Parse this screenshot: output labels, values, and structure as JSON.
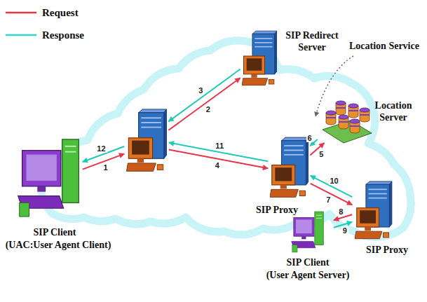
{
  "diagram": {
    "nodes": [
      {
        "text": [
          "SIP Redirect Server"
        ]
      },
      {
        "text": []
      },
      {
        "text": [
          "Location Server"
        ]
      },
      {
        "text": [
          "SIP Proxy"
        ]
      },
      {
        "text": [
          "SIP Client",
          "(UAC:User Agent Client)"
        ]
      },
      {
        "text": [
          "SIP Proxy"
        ]
      },
      {
        "text": [
          "SIP Client",
          "(User Agent Server)"
        ]
      }
    ],
    "edges": [
      {
        "from": 4,
        "to": 1,
        "arrow": "to",
        "label": "1"
      },
      {
        "from": 1,
        "to": 4,
        "arrow": "to",
        "label": "12"
      },
      {
        "from": 1,
        "to": 0,
        "arrow": "to",
        "label": "2"
      },
      {
        "from": 0,
        "to": 1,
        "arrow": "to",
        "label": "3"
      },
      {
        "from": 1,
        "to": 3,
        "arrow": "to",
        "label": "4"
      },
      {
        "from": 3,
        "to": 1,
        "arrow": "to",
        "label": "11"
      },
      {
        "from": 3,
        "to": 2,
        "arrow": "to",
        "label": "5"
      },
      {
        "from": 2,
        "to": 3,
        "arrow": "to",
        "label": "6"
      },
      {
        "from": 3,
        "to": 5,
        "arrow": "to",
        "label": "7"
      },
      {
        "from": 5,
        "to": 3,
        "arrow": "to",
        "label": "10"
      },
      {
        "from": 5,
        "to": 6,
        "arrow": "to",
        "label": "8"
      },
      {
        "from": 6,
        "to": 5,
        "arrow": "to",
        "label": "9"
      }
    ],
    "labels": [
      "Location Service"
    ],
    "legend": [
      {
        "text": "Request"
      },
      {
        "text": "Response"
      }
    ]
  }
}
